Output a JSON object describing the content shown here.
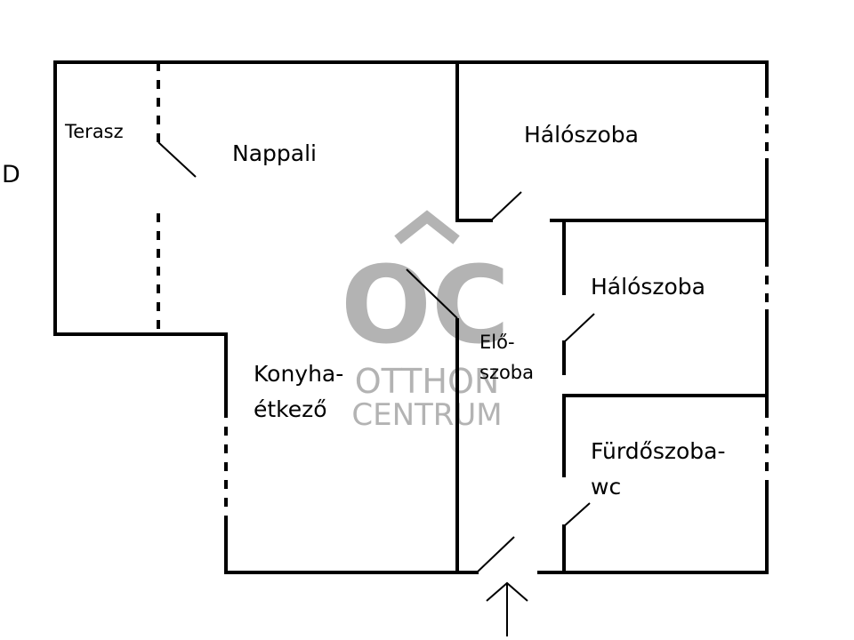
{
  "compass": {
    "letter": "D",
    "color": "#e0262b"
  },
  "rooms": {
    "terrace": "Terasz",
    "living": "Nappali",
    "bedroom1": "Hálószoba",
    "bedroom2": "Hálószoba",
    "kitchen_line1": "Konyha-",
    "kitchen_line2": "étkező",
    "hall_line1": "Elő-",
    "hall_line2": "szoba",
    "bath_line1": "Fürdőszoba-",
    "bath_line2": "wc"
  },
  "watermark": {
    "logo": "OC",
    "line1": "OTTHON",
    "line2": "CENTRUM",
    "color": "#b3b3b3"
  },
  "entrance": {
    "icon": "entrance-arrow-icon"
  }
}
